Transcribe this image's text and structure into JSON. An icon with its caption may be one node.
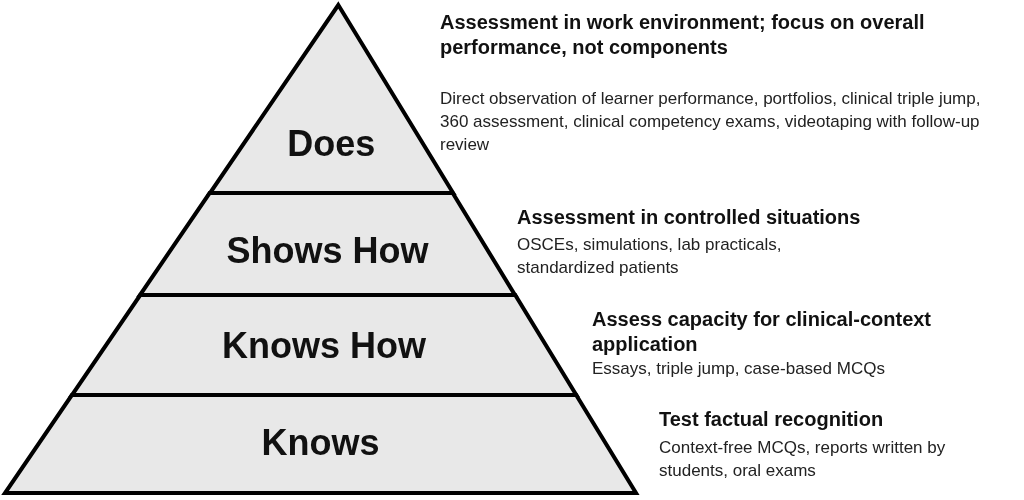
{
  "diagram": {
    "nodes": [
      {
        "text": [
          "Does"
        ],
        "beside": [
          "Assessment in work environment; focus on overall performance, not components",
          "Direct observation of learner performance, portfolios, clinical triple jump, 360 assessment, clinical competency exams, videotaping with follow-up review"
        ]
      },
      {
        "text": [
          "Shows How"
        ],
        "beside": [
          "Assessment in controlled situations",
          "OSCEs, simulations, lab practicals, standardized patients"
        ]
      },
      {
        "text": [
          "Knows How"
        ],
        "beside": [
          "Assess capacity for clinical-context application",
          "Essays, triple jump, case-based MCQs"
        ]
      },
      {
        "text": [
          "Knows"
        ],
        "beside": [
          "Test factual recognition",
          "Context-free MCQs, reports written by students, oral exams"
        ]
      }
    ]
  }
}
